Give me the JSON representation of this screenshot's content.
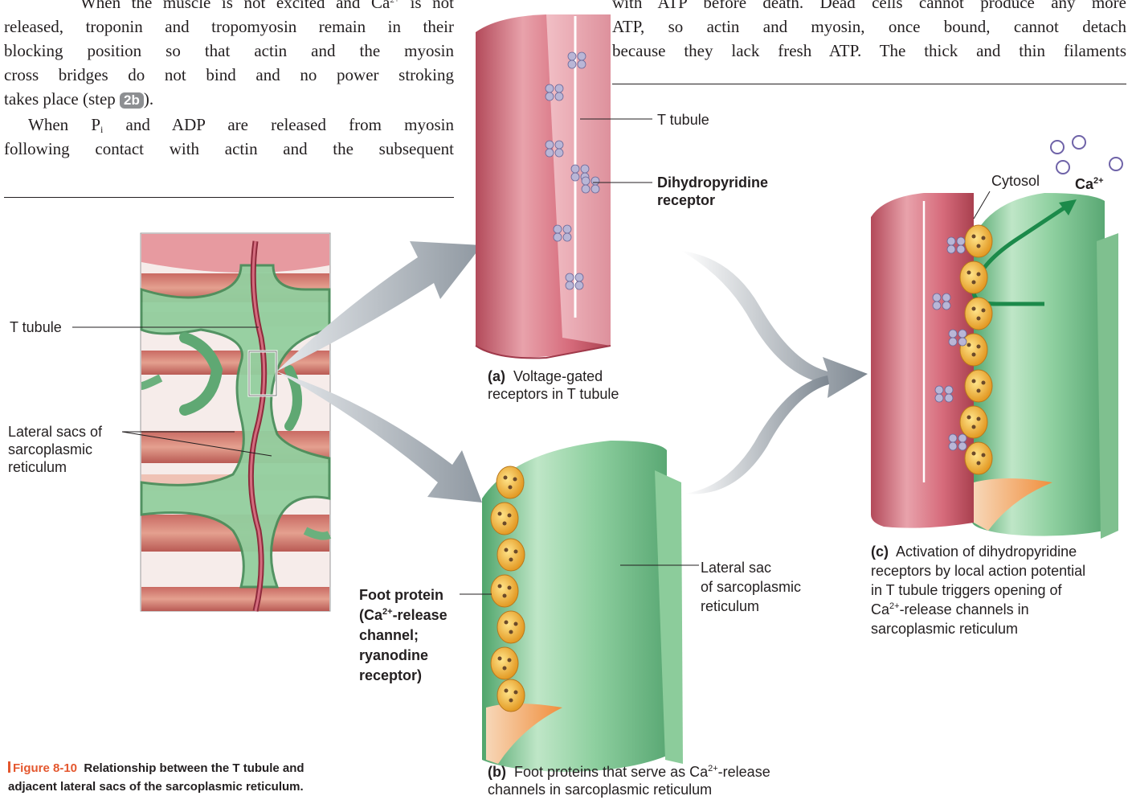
{
  "left_text": {
    "line1": "When the muscle is not excited and Ca",
    "line1_sup": "2+",
    "line1_end": " is not",
    "line2": "released, troponin and tropomyosin remain in their",
    "line3": "blocking position so that actin and the myosin",
    "line4": "cross bridges do not bind and no power stroking",
    "line5_pre": "takes place (step ",
    "line5_step": "2b",
    "line5_post": ").",
    "line6_pre": "When P",
    "line6_sub": "i",
    "line6_post": " and ADP are released from myosin",
    "line7": "following contact with actin and the subsequent"
  },
  "right_text": {
    "line1": "with ATP before death. Dead cells cannot produce any more",
    "line2": "ATP, so actin and myosin, once bound, cannot detach",
    "line3": "because they lack fresh ATP. The thick and thin filaments"
  },
  "figure": {
    "left_panel": {
      "t_tubule": "T tubule",
      "lateral_sacs_1": "Lateral sacs of",
      "lateral_sacs_2": "sarcoplasmic",
      "lateral_sacs_3": "reticulum"
    },
    "panel_a": {
      "t_tubule": "T tubule",
      "dhp_1": "Dihydropyridine",
      "dhp_2": "receptor",
      "caption_letter": "(a)",
      "caption_1": "Voltage-gated",
      "caption_2": "receptors in T tubule"
    },
    "panel_b": {
      "foot_1": "Foot protein",
      "foot_2a": "(Ca",
      "foot_2sup": "2+",
      "foot_2b": "-release",
      "foot_3": "channel;",
      "foot_4": "ryanodine",
      "foot_5": "receptor)",
      "lateral_1": "Lateral sac",
      "lateral_2": "of sarcoplasmic",
      "lateral_3": "reticulum",
      "caption_letter": "(b)",
      "caption_1a": "Foot proteins that serve as Ca",
      "caption_1sup": "2+",
      "caption_1b": "-release",
      "caption_2": "channels in sarcoplasmic reticulum"
    },
    "panel_c": {
      "cytosol": "Cytosol",
      "ca": "Ca",
      "ca_sup": "2+",
      "caption_letter": "(c)",
      "caption_1": "Activation of dihydropyridine",
      "caption_2": "receptors by local action potential",
      "caption_3": "in T tubule triggers opening of",
      "caption_4a": "Ca",
      "caption_4sup": "2+",
      "caption_4b": "-release channels in",
      "caption_5": "sarcoplasmic reticulum"
    },
    "caption": {
      "number": "Figure 8-10",
      "title_1": "Relationship between the T tubule and",
      "title_2": "adjacent lateral sacs of the sarcoplasmic reticulum."
    }
  },
  "colors": {
    "tubule_pink": "#d9727f",
    "sr_green": "#8fcf9e",
    "foot_yellow": "#f2b53a",
    "receptor_lilac": "#b9b6d6",
    "arrow_grey": "#9aa1a8",
    "ca_arrow": "#1c8a4a",
    "figure_red": "#e4572e"
  }
}
